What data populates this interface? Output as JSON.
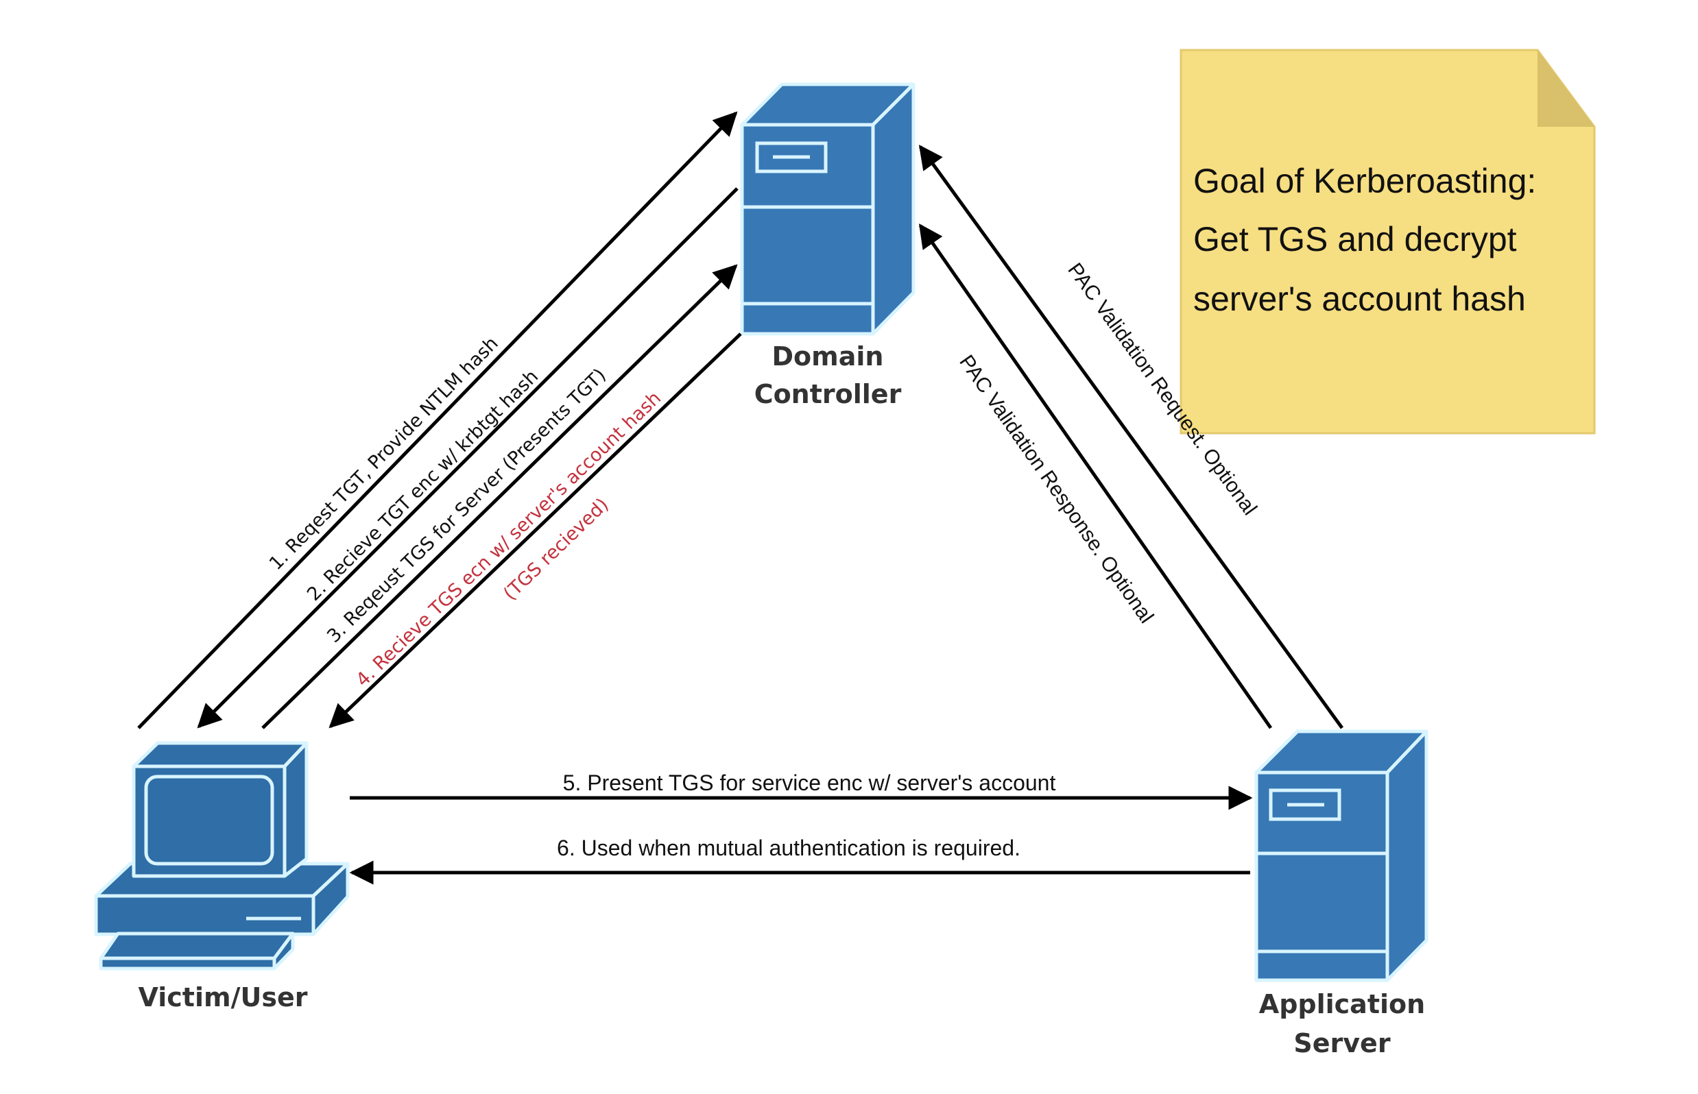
{
  "diagram": {
    "title": "Kerberoasting attack flow",
    "colors": {
      "device_blue": "#3778b5",
      "device_outline": "#d8f4ff",
      "highlight_red": "#c4323e",
      "note_fill": "#f6de82",
      "note_fold": "#d9c06a"
    },
    "nodes": {
      "domain_controller": {
        "icon": "server-icon",
        "label_lines": [
          "Domain",
          "Controller"
        ]
      },
      "victim": {
        "icon": "desktop-computer-icon",
        "label_lines": [
          "Victim/User"
        ]
      },
      "app_server": {
        "icon": "server-icon",
        "label_lines": [
          "Application",
          "Server"
        ]
      }
    },
    "edges": [
      {
        "id": "e1",
        "from": "victim",
        "to": "domain_controller",
        "label": "1. Reqest TGT, Provide NTLM hash",
        "highlight": false
      },
      {
        "id": "e2",
        "from": "domain_controller",
        "to": "victim",
        "label": "2. Recieve TGT enc w/ krbtgt hash",
        "highlight": false
      },
      {
        "id": "e3",
        "from": "victim",
        "to": "domain_controller",
        "label": "3. Reqeust TGS for Server (Presents TGT)",
        "highlight": false
      },
      {
        "id": "e4",
        "from": "domain_controller",
        "to": "victim",
        "label": "4. Recieve TGS ecn w/ server's account hash",
        "label_line2": "(TGS recieved)",
        "highlight": true
      },
      {
        "id": "e5",
        "from": "victim",
        "to": "app_server",
        "label": "5. Present TGS for service enc w/ server's account",
        "highlight": false
      },
      {
        "id": "e6",
        "from": "app_server",
        "to": "victim",
        "label": "6. Used when mutual authentication is required.",
        "highlight": false
      },
      {
        "id": "e7",
        "from": "app_server",
        "to": "domain_controller",
        "label": "PAC Validation Request. Optional",
        "highlight": false
      },
      {
        "id": "e8",
        "from": "app_server",
        "to": "domain_controller",
        "label": "PAC Validation Response. Optional",
        "highlight": false
      }
    ],
    "note": {
      "lines": [
        "Goal of Kerberoasting:",
        "Get TGS and decrypt",
        "server's account hash"
      ]
    }
  }
}
